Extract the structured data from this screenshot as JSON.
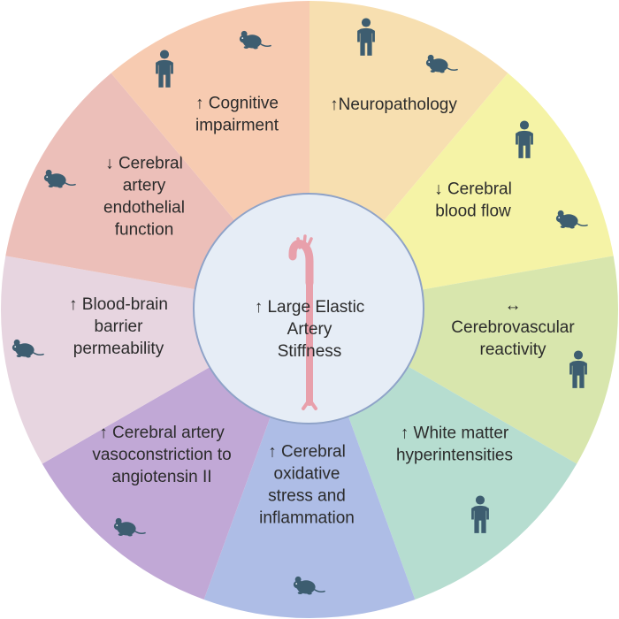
{
  "center": {
    "lines": [
      "↑ Large Elastic",
      "Artery",
      "Stiffness"
    ],
    "fill": "#e6edf6",
    "stroke": "#8fa3c8",
    "artery_color": "#e8a0ab"
  },
  "colors": {
    "icon": "#3d5d70"
  },
  "segments": [
    {
      "id": "neuropathology",
      "lines": [
        "↑Neuropathology"
      ],
      "color": "#f7dfb0",
      "icons": [
        "human-icon",
        "mouse-icon"
      ]
    },
    {
      "id": "cerebral-blood-flow",
      "lines": [
        "↓ Cerebral",
        "blood flow"
      ],
      "color": "#f5f3a6",
      "icons": [
        "human-icon",
        "mouse-icon"
      ]
    },
    {
      "id": "cerebrovascular-reactivity",
      "lines": [
        "↔",
        "Cerebrovascular",
        "reactivity"
      ],
      "color": "#d8e6ad",
      "icons": [
        "human-icon"
      ]
    },
    {
      "id": "white-matter",
      "lines": [
        "↑ White matter",
        "hyperintensities"
      ],
      "color": "#b6ddd0",
      "icons": [
        "human-icon"
      ]
    },
    {
      "id": "oxidative-stress",
      "lines": [
        "↑ Cerebral",
        "oxidative",
        "stress and",
        "inflammation"
      ],
      "color": "#aebde6",
      "icons": [
        "mouse-icon"
      ]
    },
    {
      "id": "vasoconstriction",
      "lines": [
        "↑ Cerebral artery",
        "vasoconstriction to",
        "angiotensin II"
      ],
      "color": "#c1a8d6",
      "icons": [
        "mouse-icon"
      ]
    },
    {
      "id": "bbb-permeability",
      "lines": [
        "↑ Blood-brain",
        "barrier",
        "permeability"
      ],
      "color": "#e7d5e0",
      "icons": [
        "mouse-icon"
      ]
    },
    {
      "id": "endothelial-function",
      "lines": [
        "↓ Cerebral",
        "artery",
        "endothelial",
        "function"
      ],
      "color": "#ecbfb9",
      "icons": [
        "mouse-icon"
      ]
    },
    {
      "id": "cognitive-impairment",
      "lines": [
        "↑ Cognitive",
        "impairment"
      ],
      "color": "#f7cbb1",
      "icons": [
        "human-icon",
        "mouse-icon"
      ]
    }
  ]
}
